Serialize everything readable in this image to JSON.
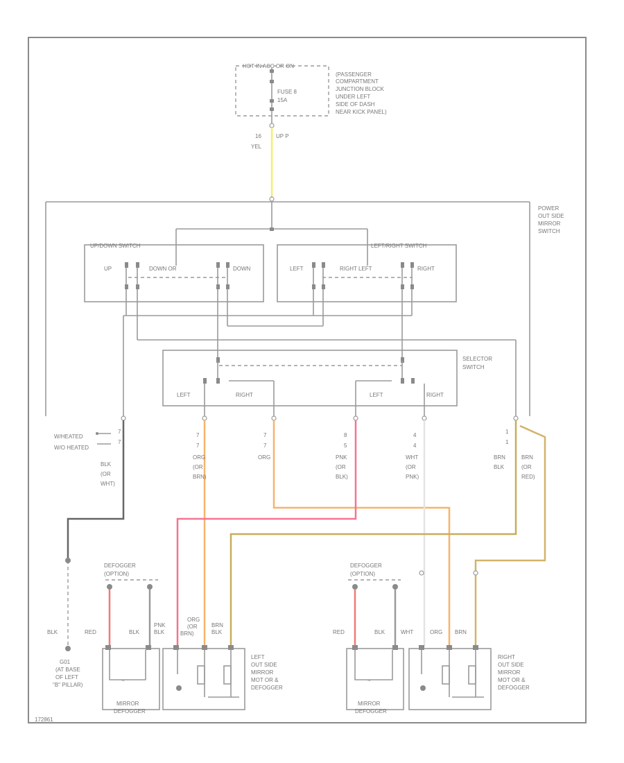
{
  "colors": {
    "yellow": "#f5f06a",
    "black": "#666666",
    "orange": "#f7b46a",
    "pink": "#f57390",
    "white": "#e4e4e4",
    "brown_black": "#c7ad5e",
    "brown_red": "#d2b26a",
    "red": "#f07a7a",
    "gray": "#9a9a9a"
  },
  "fuse_block": {
    "header": "HOT IN ACC OR ON",
    "fuse_name": "FUSE 8",
    "fuse_rating": "15A",
    "location": [
      "(PASSENGER",
      "COMPARTMENT",
      "JUNCTION BLOCK",
      "UNDER LEFT",
      "SIDE OF DASH",
      "NEAR KICK PANEL)"
    ],
    "wire_num": "16",
    "wire_color": "YEL",
    "wire_code": "UP P"
  },
  "switch_label": [
    "POWER",
    "OUT SIDE",
    "MIRROR",
    "SWITCH"
  ],
  "updown": {
    "title": "UP/DOWN SWITCH",
    "up": "UP",
    "down_or": "DOWN OR",
    "down": "DOWN"
  },
  "leftright": {
    "title": "LEFT/RIGHT SWITCH",
    "left": "LEFT",
    "right_left": "RIGHT LEFT",
    "right": "RIGHT"
  },
  "selector": {
    "title": [
      "SELECTOR",
      "SWITCH"
    ],
    "left1": "LEFT",
    "right1": "RIGHT",
    "left2": "LEFT",
    "right2": "RIGHT"
  },
  "heated_side": [
    "W/HEATED",
    "W/O HEATED"
  ],
  "pins": {
    "p1a": "7",
    "p1b": "7",
    "p2a": "7",
    "p2b": "7",
    "p3a": "7",
    "p3b": "7",
    "p4a": "8",
    "p4b": "5",
    "p5a": "4",
    "p5b": "4",
    "p6a": "1",
    "p6b": "1"
  },
  "wire_labels": {
    "w1": [
      "BLK",
      "(OR",
      "WHT)"
    ],
    "w2": [
      "ORG",
      "(OR",
      "BRN)"
    ],
    "w3": [
      "ORG"
    ],
    "w4": [
      "PNK",
      "(OR",
      "BLK)"
    ],
    "w5": [
      "WHT",
      "(OR",
      "PNK)"
    ],
    "w6a": [
      "BRN",
      "BLK"
    ],
    "w6b": [
      "BRN",
      "(OR",
      "RED)"
    ]
  },
  "ground": {
    "wire": "BLK",
    "label": [
      "G01",
      "(AT BASE",
      "OF LEFT",
      "\"B\" PILLAR)"
    ]
  },
  "left_mirror": {
    "defogger_title": "DEFOGGER",
    "defogger_sub": "(OPTION)",
    "w_red": "RED",
    "w_blk": "BLK",
    "w_pnk": [
      "PNK",
      "BLK"
    ],
    "w_org": [
      "ORG",
      "(OR",
      "BRN)"
    ],
    "w_brn": [
      "BRN",
      "BLK"
    ],
    "heater_label": [
      "MIRROR",
      "DEFOGGER"
    ],
    "mirror_label": [
      "LEFT",
      "OUT SIDE",
      "MIRROR",
      "MOT OR &",
      "DEFOGGER"
    ]
  },
  "right_mirror": {
    "defogger_title": "DEFOGGER",
    "defogger_sub": "(OPTION)",
    "w_red": "RED",
    "w_blk": "BLK",
    "w_wht": "WHT",
    "w_org": "ORG",
    "w_brn": "BRN",
    "heater_label": [
      "MIRROR",
      "DEFOGGER"
    ],
    "mirror_label": [
      "RIGHT",
      "OUT SIDE",
      "MIRROR",
      "MOT OR &",
      "DEFOGGER"
    ]
  },
  "figure_id": "172861"
}
